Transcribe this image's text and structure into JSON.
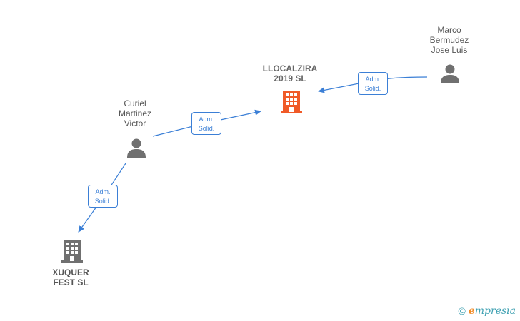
{
  "nodes": {
    "llocalzira": {
      "line1": "LLOCALZIRA",
      "line2": "2019  SL",
      "icon": "building-icon",
      "color": "#f05a28"
    },
    "xuquer": {
      "line1": "XUQUER",
      "line2": "FEST  SL",
      "icon": "building-icon",
      "color": "#707070"
    },
    "marco": {
      "line1": "Marco",
      "line2": "Bermudez",
      "line3": "Jose Luis",
      "icon": "person-icon",
      "color": "#707070"
    },
    "curiel": {
      "line1": "Curiel",
      "line2": "Martinez",
      "line3": "Victor",
      "icon": "person-icon",
      "color": "#707070"
    }
  },
  "edges": {
    "marco_to_llocalzira": {
      "line1": "Adm.",
      "line2": "Solid."
    },
    "curiel_to_llocalzira": {
      "line1": "Adm.",
      "line2": "Solid."
    },
    "curiel_to_xuquer": {
      "line1": "Adm.",
      "line2": "Solid."
    }
  },
  "colors": {
    "edge": "#3b7fd6"
  },
  "footer": {
    "copyright": "©",
    "brand_initial": "e",
    "brand_rest": "mpresia"
  }
}
